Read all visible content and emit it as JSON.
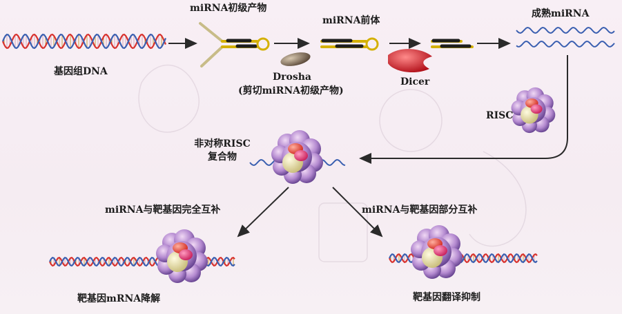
{
  "labels": {
    "genomic_dna": "基因组DNA",
    "pri_mirna": "miRNA初级产物",
    "pre_mirna": "miRNA前体",
    "mature_mirna": "成熟miRNA",
    "drosha": "Drosha",
    "drosha_note": "(剪切miRNA初级产物)",
    "dicer": "Dicer",
    "risc": "RISC",
    "asym_risc_line1": "非对称RISC",
    "asym_risc_line2": "复合物",
    "full_complement": "miRNA与靶基因完全互补",
    "partial_complement": "miRNA与靶基因部分互补",
    "mrna_degradation": "靶基因mRNA降解",
    "translation_inhibition": "靶基因翻译抑制"
  },
  "colors": {
    "dna_red": "#d8322e",
    "dna_blue": "#3a5fb0",
    "arrow": "#2a2a2a",
    "dicer": "#c8101c",
    "drosha": "#6e5a4a",
    "risc_purple": "#8a5ab0",
    "risc_pink": "#e0306a",
    "risc_cream": "#e8e0a8"
  }
}
